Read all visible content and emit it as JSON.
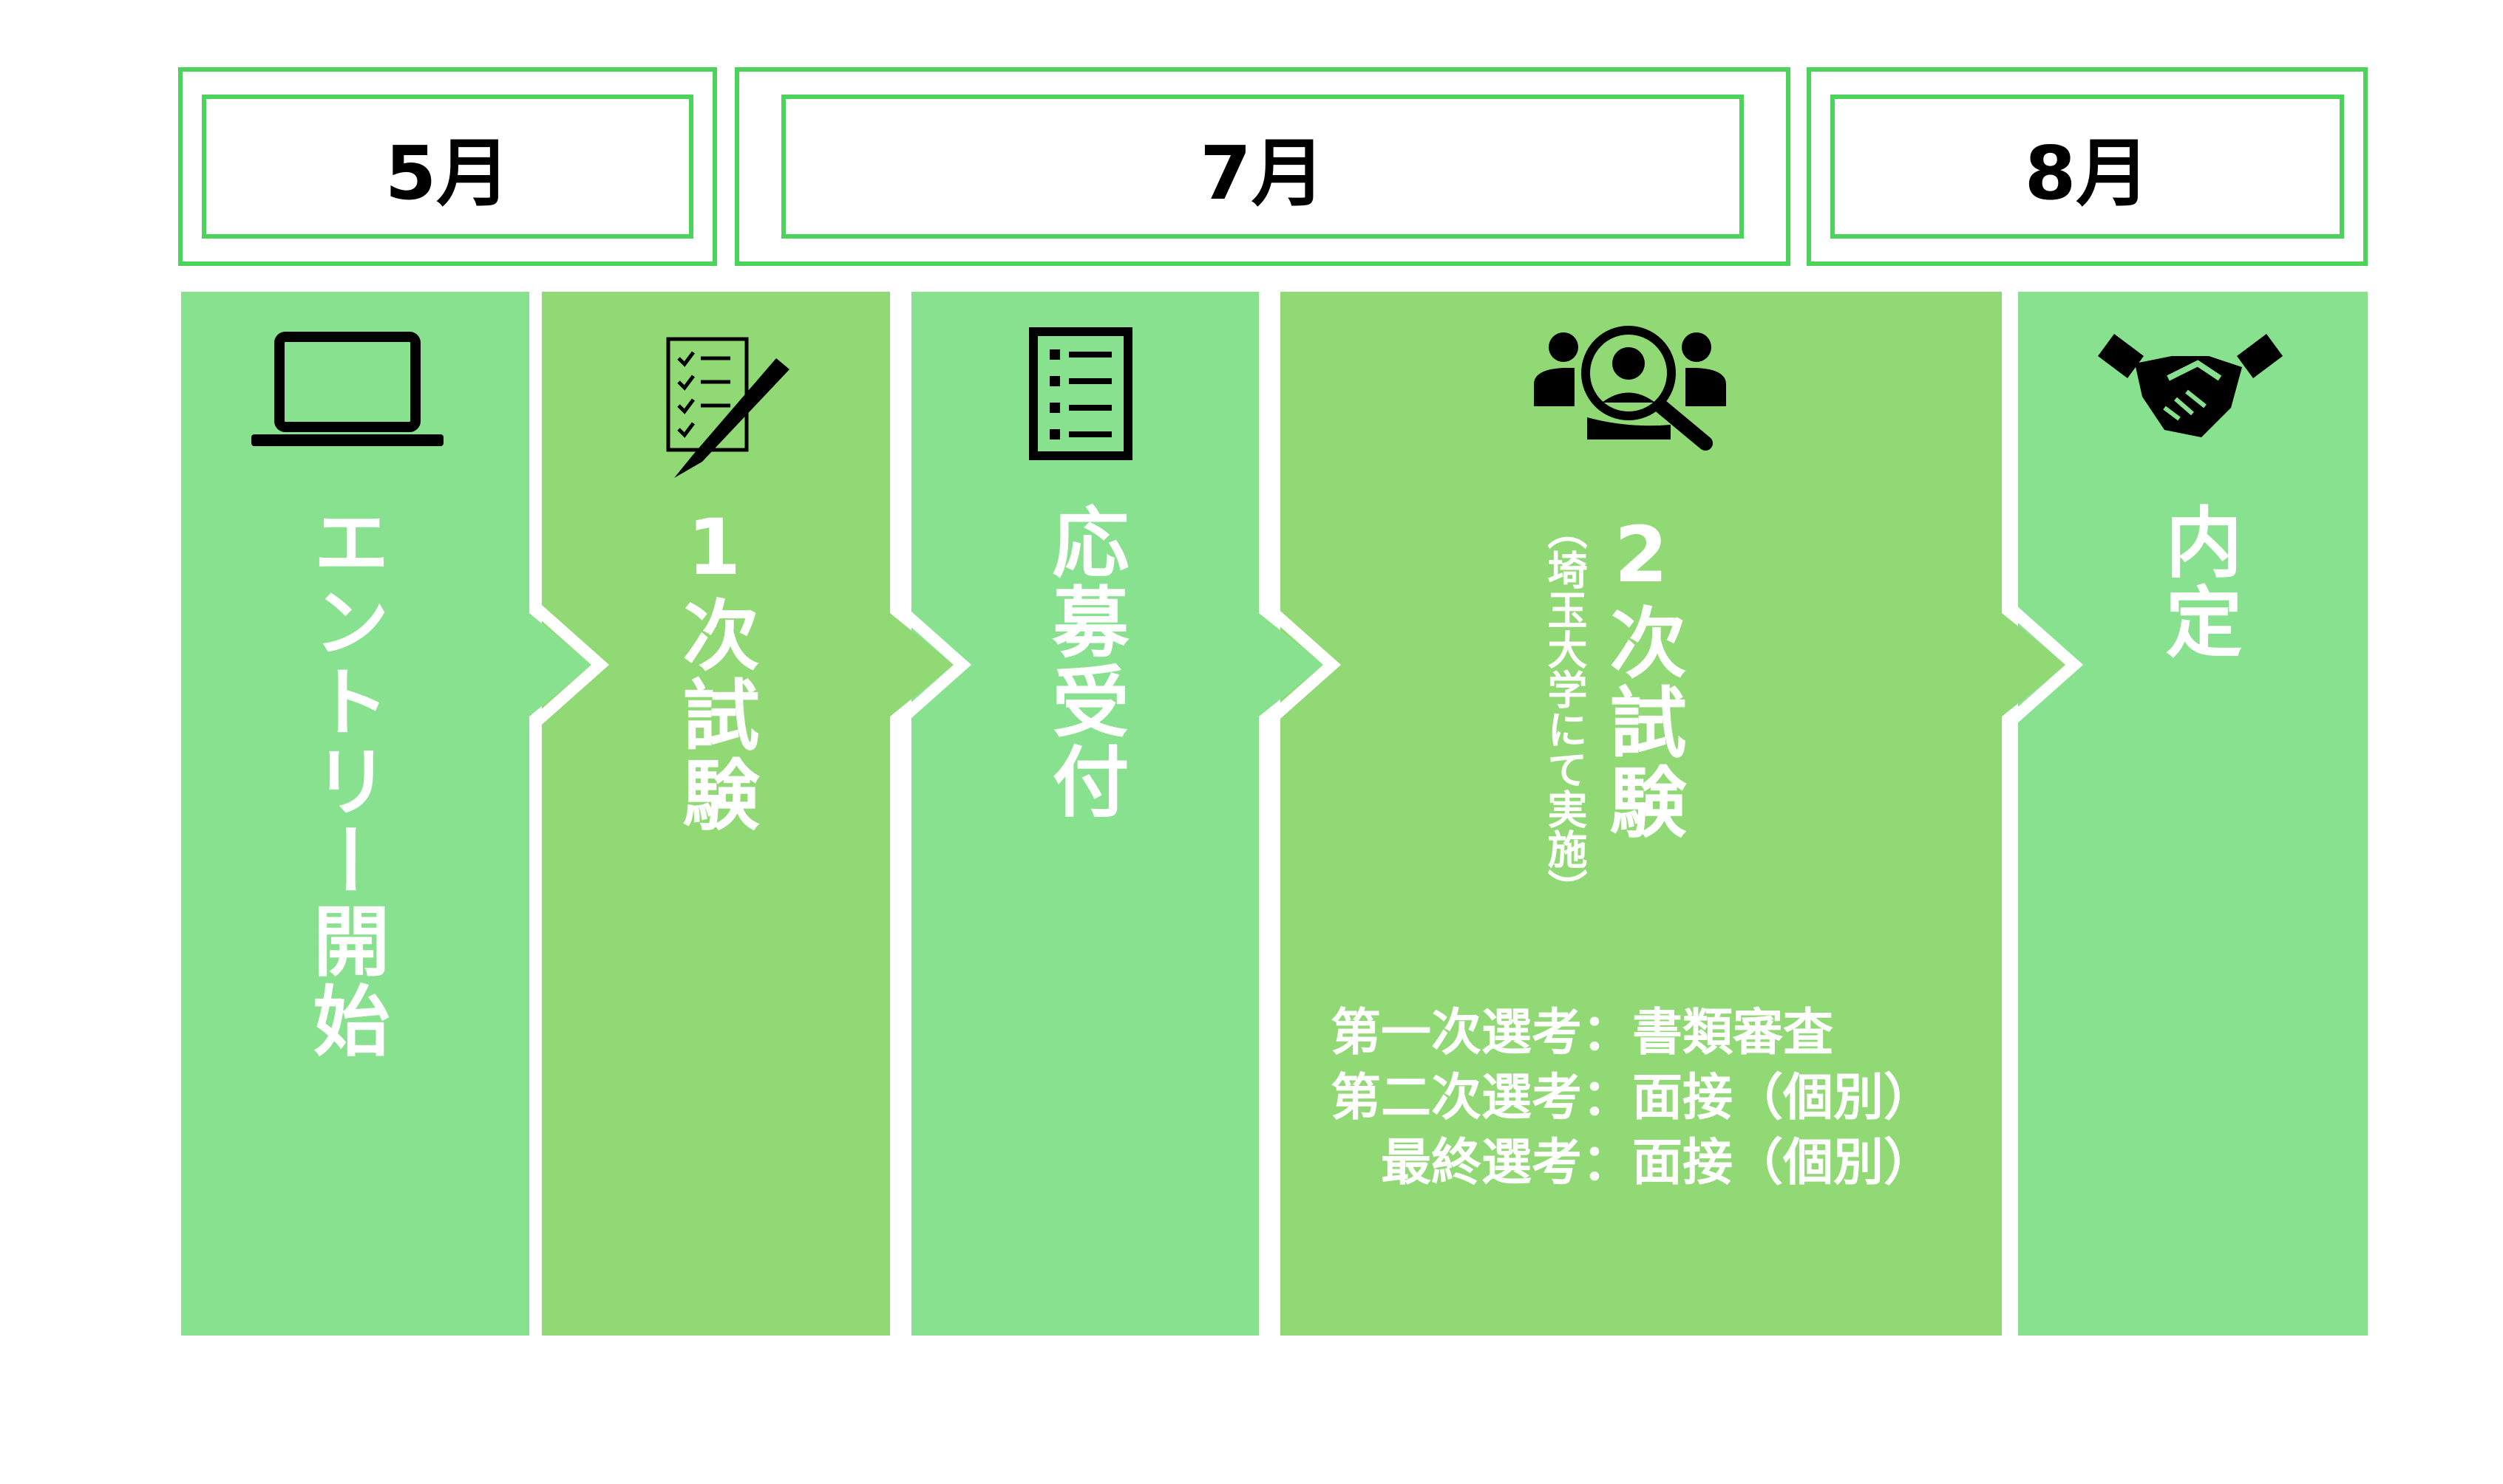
{
  "months": [
    "5月",
    "7月",
    "8月"
  ],
  "steps": [
    {
      "label": "エントリー開始",
      "icon": "laptop-icon"
    },
    {
      "label": "1次試験",
      "icon": "checklist-pen-icon"
    },
    {
      "label": "応募受付",
      "icon": "list-document-icon"
    },
    {
      "label": "2次試験",
      "sub": "（埼玉大学にて実施）",
      "icon": "people-search-icon"
    },
    {
      "label": "内定",
      "icon": "handshake-icon"
    }
  ],
  "notes": [
    "第一次選考：書類審査",
    "第二次選考：面接（個別）",
    "　最終選考：面接（個別）"
  ],
  "colors": {
    "border": "#4cd35c",
    "light": "#88e18f",
    "dark": "#91d975"
  }
}
